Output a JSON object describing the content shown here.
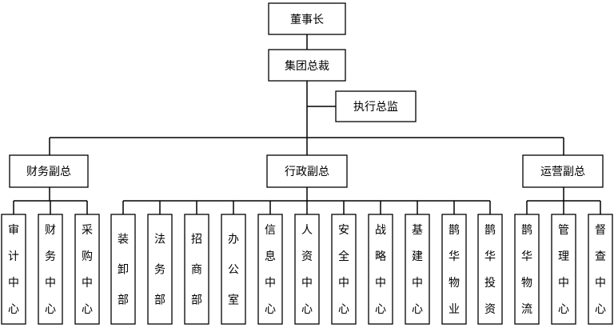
{
  "chairman": "董事长",
  "president": "集团总裁",
  "executive_director": "执行总监",
  "vp_finance": {
    "label": "财务副总",
    "departments": [
      "审计中心",
      "财务中心",
      "采购中心"
    ]
  },
  "vp_admin": {
    "label": "行政副总",
    "departments": [
      "装卸部",
      "法务部",
      "招商部",
      "办公室",
      "信息中心",
      "人资中心",
      "安全中心",
      "战略中心",
      "基建中心",
      "鹊华物业",
      "鹊华投资"
    ]
  },
  "vp_operations": {
    "label": "运营副总",
    "departments": [
      "鹊华物流",
      "管理中心",
      "督查中心"
    ]
  }
}
